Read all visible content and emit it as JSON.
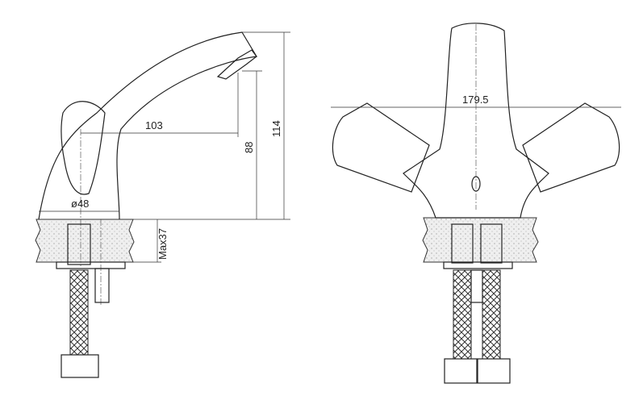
{
  "drawing": {
    "side_view": {
      "dimensions": {
        "spout_reach": "103",
        "spout_height": "88",
        "total_height": "114",
        "base_diameter": "ø48",
        "max_counter_thickness": "Max37"
      }
    },
    "front_view": {
      "dimensions": {
        "handle_span": "179.5"
      }
    }
  }
}
